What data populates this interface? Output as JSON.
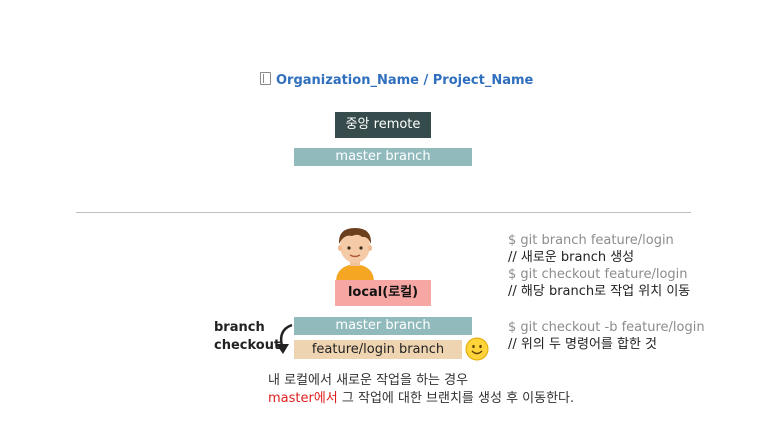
{
  "repo": {
    "organization": "Organization_Name",
    "separator": "/",
    "project": "Project_Name",
    "icon": "repo-book-icon"
  },
  "remote": {
    "label": "중앙 remote",
    "master_branch": "master branch",
    "box_color": "#364b4b",
    "branch_color": "#91babd"
  },
  "local": {
    "label": "local(로컬)",
    "box_color": "#f6a7a3",
    "master_branch": "master branch",
    "feature_branch": "feature/login branch",
    "feature_color": "#efd4b1"
  },
  "branch_checkout": {
    "line1": "branch",
    "line2": "checkout"
  },
  "commands": [
    {
      "text": "$ git branch feature/login",
      "type": "command"
    },
    {
      "text": "// 새로운 branch 생성",
      "type": "comment"
    },
    {
      "text": "$ git checkout feature/login",
      "type": "command"
    },
    {
      "text": "// 해당 branch로 작업 위치 이동",
      "type": "comment"
    }
  ],
  "commands2": [
    {
      "text": "$ git checkout -b feature/login",
      "type": "command"
    },
    {
      "text": "// 위의 두 명령어를 합한 것",
      "type": "comment"
    }
  ],
  "explanation": {
    "line1": "내 로컬에서 새로운 작업을 하는 경우",
    "line2_highlight": "master에서",
    "line2_rest": " 그 작업에 대한 브랜치를 생성 후 이동한다.",
    "highlight_color": "#e02020"
  }
}
